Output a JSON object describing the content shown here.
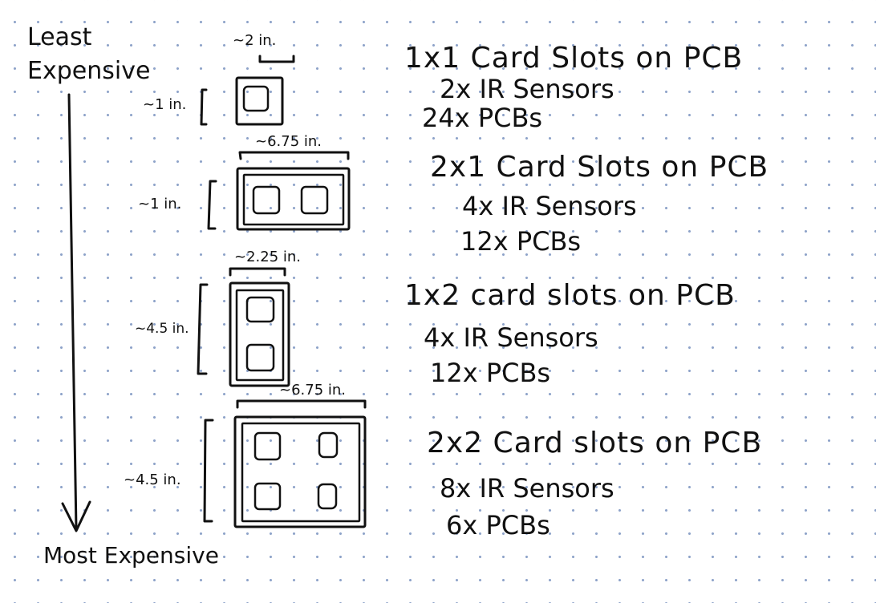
{
  "axis": {
    "top_line1": "Least",
    "top_line2": "Expensive",
    "bottom": "Most Expensive"
  },
  "options": [
    {
      "config": "1x1 Card Slots on PCB",
      "sensors": "2x IR Sensors",
      "pcbs": "24x PCBs",
      "width_label": "~2 in.",
      "height_label": "~1 in."
    },
    {
      "config": "2x1 Card Slots on PCB",
      "sensors": "4x IR Sensors",
      "pcbs": "12x PCBs",
      "width_label": "~6.75 in.",
      "height_label": "~1 in."
    },
    {
      "config": "1x2 card slots on PCB",
      "sensors": "4x IR Sensors",
      "pcbs": "12x PCBs",
      "width_label": "~2.25 in.",
      "height_label": "~4.5 in."
    },
    {
      "config": "2x2 Card slots on PCB",
      "sensors": "8x IR Sensors",
      "pcbs": "6x PCBs",
      "width_label": "~6.75 in.",
      "height_label": "~4.5 in."
    }
  ]
}
